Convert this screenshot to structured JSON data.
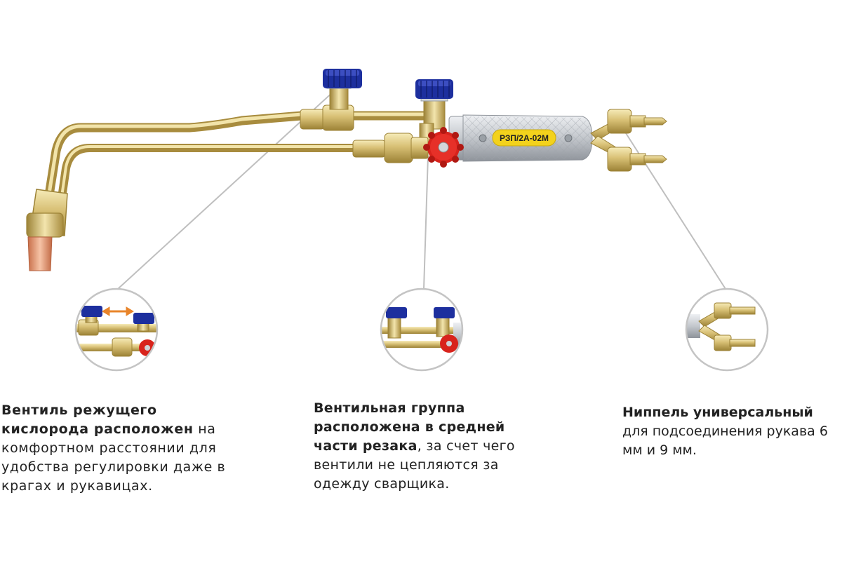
{
  "torch": {
    "model_label": "РЗП/2А-02М"
  },
  "callouts": [
    {
      "bold": "Вентиль режущего кислорода расположен",
      "text": " на комфортном расстоянии для удобства регулировки даже в крагах и рукавицах."
    },
    {
      "bold": "Вентильная группа располо­жена в средней части резака",
      "text": ", за счет чего вентили не цепляются за одежду сварщика."
    },
    {
      "bold": "Ниппель универсальный",
      "text": " для подсоединения рукава 6 мм и 9 мм."
    }
  ],
  "colors": {
    "brass": "#d9c27a",
    "brass_dark": "#a88c3e",
    "knob_blue": "#1d2f9e",
    "knob_red": "#d8231c",
    "handle_silver": "#c8cbd0",
    "label_yellow": "#f3d21c",
    "copper": "#e2906a",
    "arrow_orange": "#e8842a"
  },
  "icons": [
    "blue-valve-knob-icon",
    "red-valve-knob-icon",
    "double-arrow-icon",
    "hose-nipple-icon"
  ]
}
